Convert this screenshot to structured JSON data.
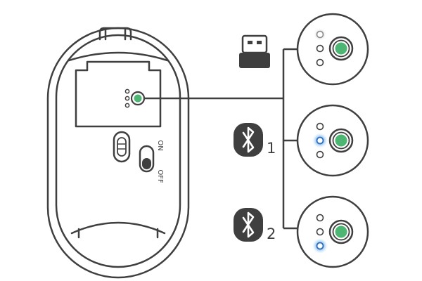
{
  "switch": {
    "on_label": "ON",
    "off_label": "OFF"
  },
  "modes": [
    {
      "icon": "usb-receiver-icon",
      "label": "",
      "active_led": 1,
      "led_color": "#d6d6d6"
    },
    {
      "icon": "bluetooth-icon",
      "label": "1",
      "active_led": 2,
      "led_color": "#3b8fe8"
    },
    {
      "icon": "bluetooth-icon",
      "label": "2",
      "active_led": 3,
      "led_color": "#3b8fe8"
    }
  ],
  "colors": {
    "outline": "#3f3f3f",
    "connect_button": "#4db672",
    "bluetooth_led": "#3b8fe8",
    "receiver_led_glow": "#d6d6d6"
  }
}
